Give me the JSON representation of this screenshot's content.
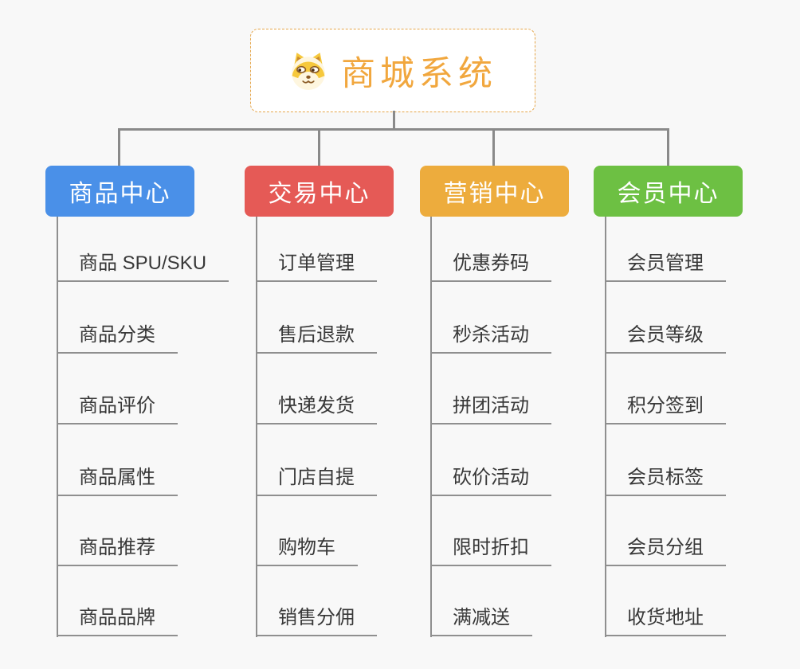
{
  "page": {
    "background_color": "#F8F8F8",
    "connector_color": "#8A8A8A",
    "subtopic_text_color": "#383838"
  },
  "root": {
    "label": "商城系统",
    "icon": "doge-face-icon",
    "text_color": "#F1A73E",
    "border_color": "#E5A549",
    "background_color": "#FFFFFF"
  },
  "branches": [
    {
      "label": "商品中心",
      "color": "#4A90E8",
      "items": [
        "商品 SPU/SKU",
        "商品分类",
        "商品评价",
        "商品属性",
        "商品推荐",
        "商品品牌"
      ]
    },
    {
      "label": "交易中心",
      "color": "#E55A56",
      "items": [
        "订单管理",
        "售后退款",
        "快递发货",
        "门店自提",
        "购物车",
        "销售分佣"
      ]
    },
    {
      "label": "营销中心",
      "color": "#EDAC3D",
      "items": [
        "优惠券码",
        "秒杀活动",
        "拼团活动",
        "砍价活动",
        "限时折扣",
        "满减送"
      ]
    },
    {
      "label": "会员中心",
      "color": "#6DC043",
      "items": [
        "会员管理",
        "会员等级",
        "积分签到",
        "会员标签",
        "会员分组",
        "收货地址"
      ]
    }
  ]
}
